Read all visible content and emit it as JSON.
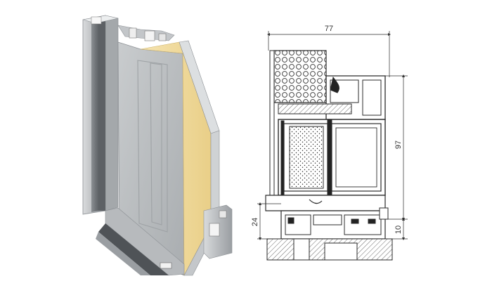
{
  "dimensions": {
    "total_width": "77",
    "frame_height": "97",
    "threshold_height": "24",
    "bottom_offset": "10"
  },
  "colors": {
    "aluminium": "#b9bcbf",
    "aluminium_dark": "#7d8185",
    "insulation": "#f2dca0",
    "line": "#2b2b2b"
  }
}
